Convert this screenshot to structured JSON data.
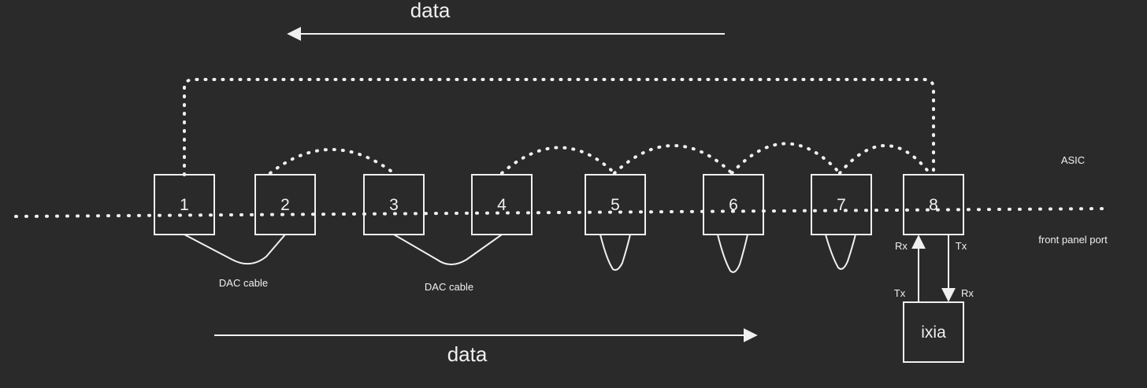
{
  "colors": {
    "background": "#2a2a2a",
    "stroke": "#f0f0f0"
  },
  "labels": {
    "data_top": "data",
    "data_bottom": "data",
    "asic": "ASIC",
    "front_panel_port": "front panel port",
    "dac_cable_1": "DAC cable",
    "dac_cable_2": "DAC cable",
    "ixia": "ixia",
    "rx_left": "Rx",
    "tx_right": "Tx",
    "tx_bottom_left": "Tx",
    "rx_bottom_right": "Rx"
  },
  "ports": [
    {
      "label": "1"
    },
    {
      "label": "2"
    },
    {
      "label": "3"
    },
    {
      "label": "4"
    },
    {
      "label": "5"
    },
    {
      "label": "6"
    },
    {
      "label": "7"
    },
    {
      "label": "8"
    }
  ]
}
